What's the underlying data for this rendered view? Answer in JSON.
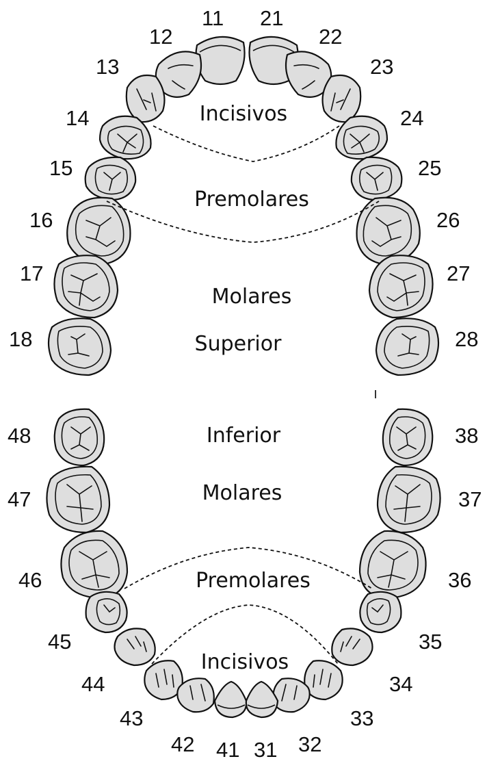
{
  "labels": {
    "upper_incisors": "Incisivos",
    "upper_premolars": "Premolares",
    "upper_molars": "Molares",
    "upper_jaw": "Superior",
    "lower_jaw": "Inferior",
    "lower_molars": "Molares",
    "lower_premolars": "Premolares",
    "lower_incisors": "Incisivos"
  },
  "teeth": {
    "t11": "11",
    "t12": "12",
    "t13": "13",
    "t14": "14",
    "t15": "15",
    "t16": "16",
    "t17": "17",
    "t18": "18",
    "t21": "21",
    "t22": "22",
    "t23": "23",
    "t24": "24",
    "t25": "25",
    "t26": "26",
    "t27": "27",
    "t28": "28",
    "t31": "31",
    "t32": "32",
    "t33": "33",
    "t34": "34",
    "t35": "35",
    "t36": "36",
    "t37": "37",
    "t38": "38",
    "t41": "41",
    "t42": "42",
    "t43": "43",
    "t44": "44",
    "t45": "45",
    "t46": "46",
    "t47": "47",
    "t48": "48"
  },
  "colors": {
    "tooth_fill": "#dedede",
    "outline": "#111111",
    "background": "#ffffff"
  }
}
